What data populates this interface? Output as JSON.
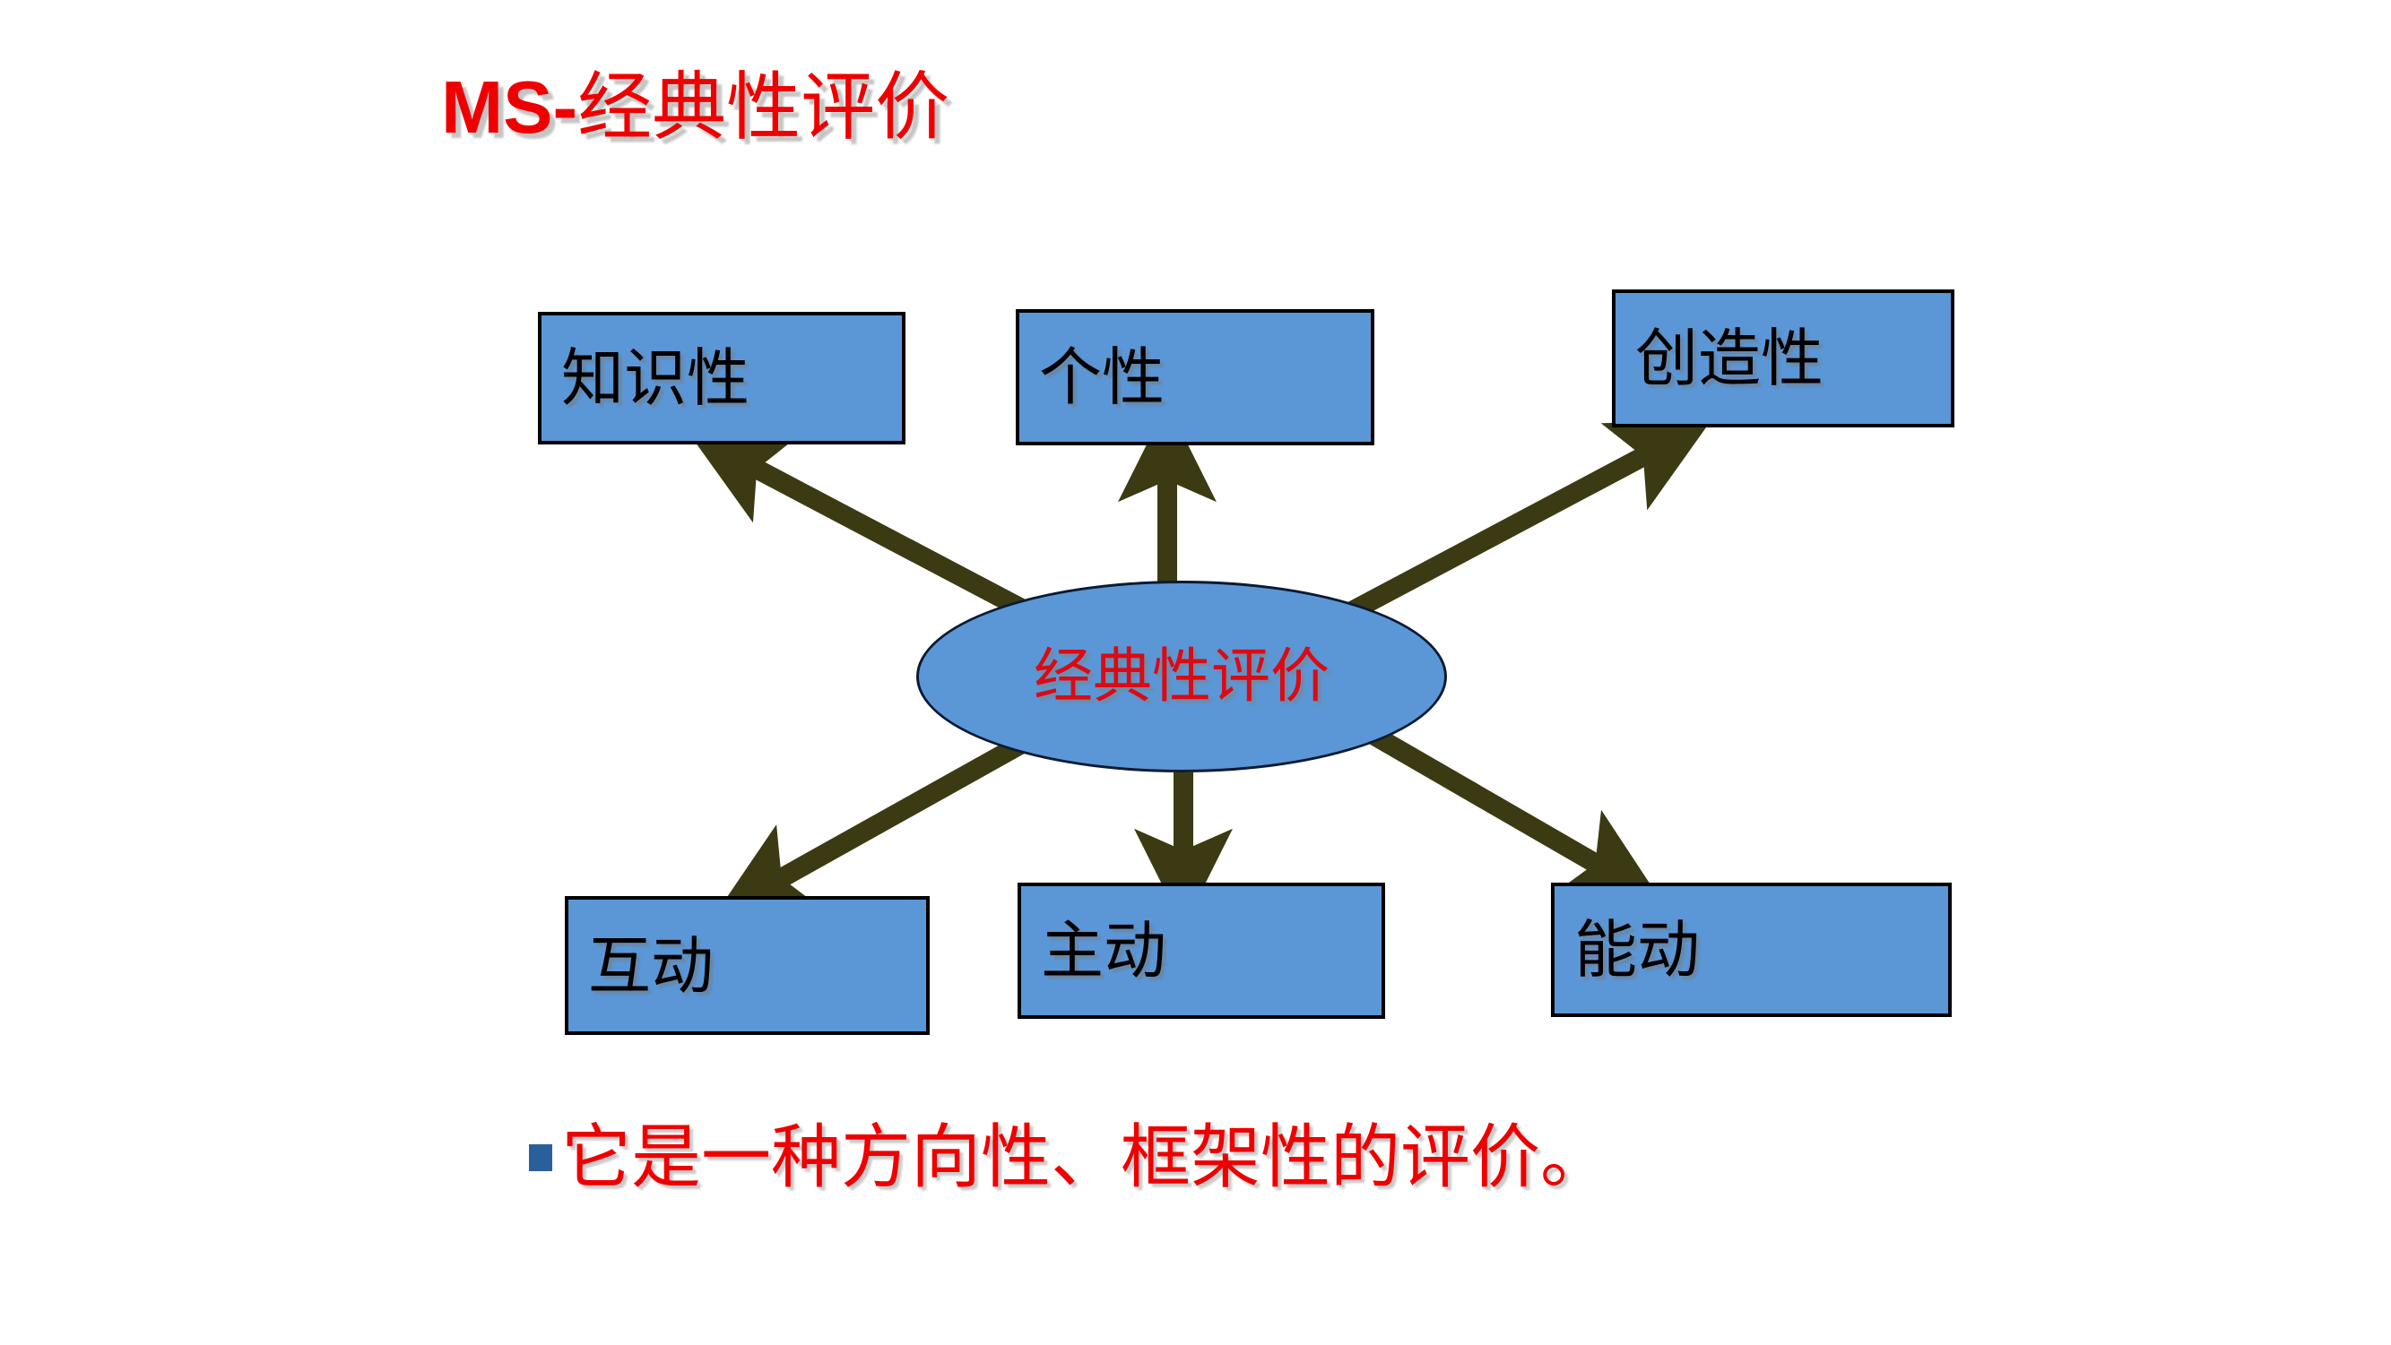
{
  "slide": {
    "title_prefix": "MS-",
    "title_cjk": "经典性评价",
    "background_color": "#FFFFFF"
  },
  "diagram": {
    "type": "radial-hub-and-spoke",
    "center": {
      "label": "经典性评价",
      "shape": "ellipse",
      "fill": "#5B97D6",
      "text_color": "#DB0A13",
      "border_color": "#0B1A33"
    },
    "arrow_color": "#3B3A12",
    "node_fill": "#5B97D6",
    "node_border": "#000000",
    "node_text_color": "#000000",
    "nodes": [
      {
        "id": "zhishixing",
        "label": "知识性",
        "position": "top-left"
      },
      {
        "id": "gexing",
        "label": "个性",
        "position": "top-center"
      },
      {
        "id": "chuangzaoxing",
        "label": "创造性",
        "position": "top-right"
      },
      {
        "id": "hudong",
        "label": "互动",
        "position": "bottom-left"
      },
      {
        "id": "zhudong",
        "label": "主动",
        "position": "bottom-center"
      },
      {
        "id": "nengdong",
        "label": "能动",
        "position": "bottom-right"
      }
    ]
  },
  "bullet": {
    "marker_color": "#2A6099",
    "text": "它是一种方向性、框架性的评价。",
    "text_color": "#EE0000"
  }
}
